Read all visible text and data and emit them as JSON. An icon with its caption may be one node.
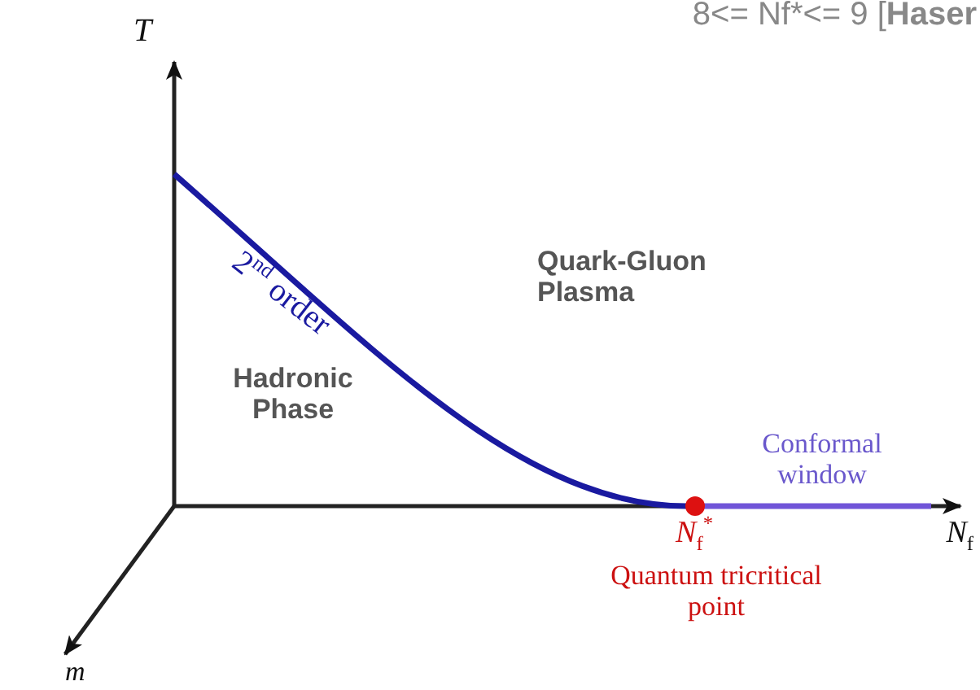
{
  "diagram": {
    "labels": [
      "8<= Nf*<= 9 [**Haser**",
      "T",
      "2$^{nd}$ order",
      "Quark-Gluon Plasma",
      "Hadronic Phase",
      "Conformal window",
      "*N*$_{f}$$^{*}$",
      "*N*$_{f}$",
      "Quantum tricritical point",
      "m"
    ]
  }
}
